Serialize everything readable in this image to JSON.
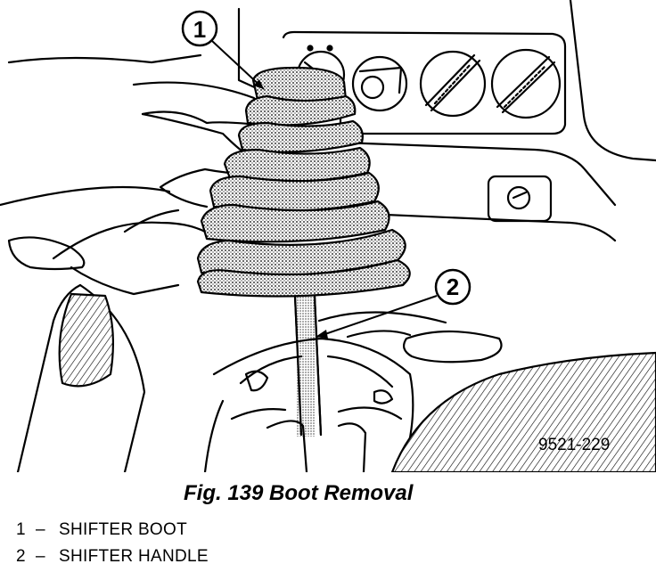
{
  "figure": {
    "code": "9521-229",
    "caption": "Fig. 139 Boot Removal"
  },
  "callouts": [
    {
      "number": "1",
      "label": "SHIFTER BOOT"
    },
    {
      "number": "2",
      "label": "SHIFTER HANDLE"
    }
  ],
  "legend_separator": "–"
}
